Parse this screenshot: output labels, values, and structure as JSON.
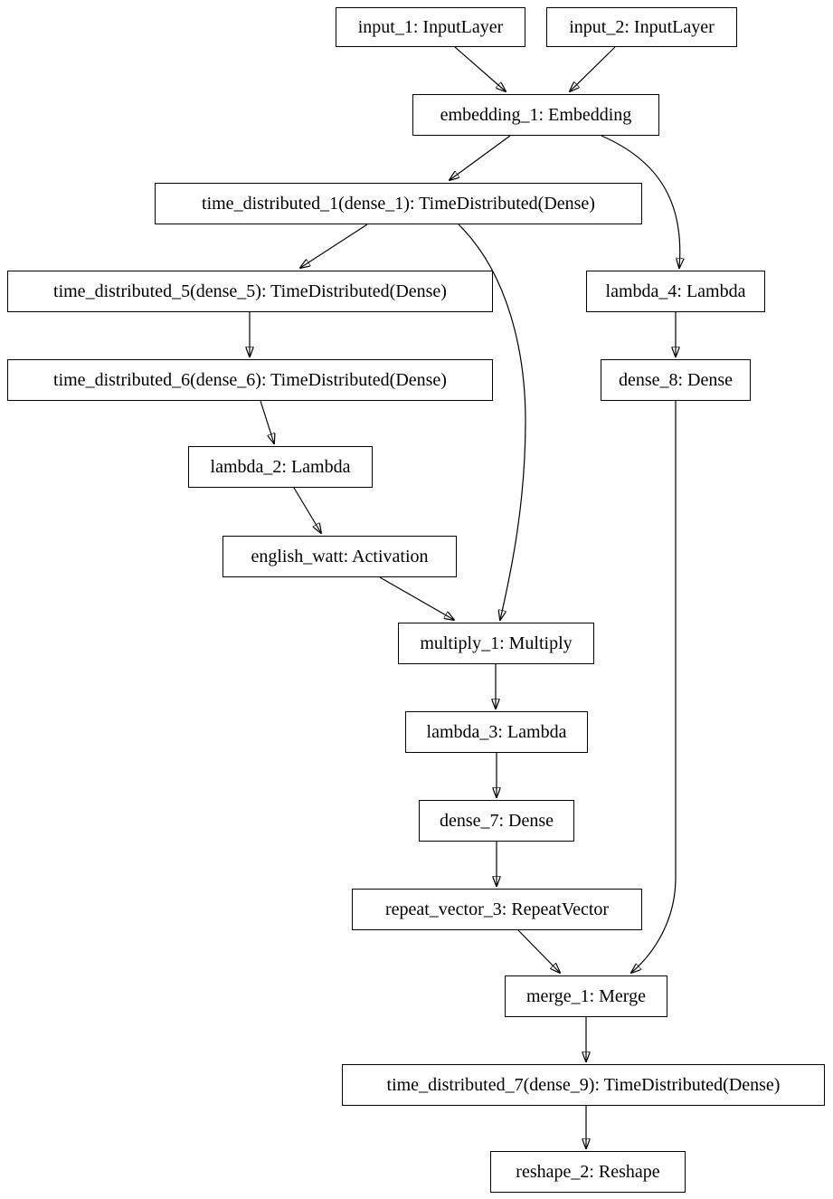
{
  "diagram": {
    "colors": {
      "background": "#ffffff",
      "node_fill": "#ffffff",
      "node_border": "#000000",
      "edge": "#000000",
      "text": "#000000"
    },
    "nodes": [
      {
        "id": "input_1",
        "label": "input_1: InputLayer"
      },
      {
        "id": "input_2",
        "label": "input_2: InputLayer"
      },
      {
        "id": "embedding_1",
        "label": "embedding_1: Embedding"
      },
      {
        "id": "time_distributed_1",
        "label": "time_distributed_1(dense_1): TimeDistributed(Dense)"
      },
      {
        "id": "time_distributed_5",
        "label": "time_distributed_5(dense_5): TimeDistributed(Dense)"
      },
      {
        "id": "lambda_4",
        "label": "lambda_4: Lambda"
      },
      {
        "id": "time_distributed_6",
        "label": "time_distributed_6(dense_6): TimeDistributed(Dense)"
      },
      {
        "id": "dense_8",
        "label": "dense_8: Dense"
      },
      {
        "id": "lambda_2",
        "label": "lambda_2: Lambda"
      },
      {
        "id": "english_watt",
        "label": "english_watt: Activation"
      },
      {
        "id": "multiply_1",
        "label": "multiply_1: Multiply"
      },
      {
        "id": "lambda_3",
        "label": "lambda_3: Lambda"
      },
      {
        "id": "dense_7",
        "label": "dense_7: Dense"
      },
      {
        "id": "repeat_vector_3",
        "label": "repeat_vector_3: RepeatVector"
      },
      {
        "id": "merge_1",
        "label": "merge_1: Merge"
      },
      {
        "id": "time_distributed_7",
        "label": "time_distributed_7(dense_9): TimeDistributed(Dense)"
      },
      {
        "id": "reshape_2",
        "label": "reshape_2: Reshape"
      }
    ],
    "edges": [
      {
        "from": "input_1",
        "to": "embedding_1"
      },
      {
        "from": "input_2",
        "to": "embedding_1"
      },
      {
        "from": "embedding_1",
        "to": "time_distributed_1"
      },
      {
        "from": "embedding_1",
        "to": "lambda_4"
      },
      {
        "from": "time_distributed_1",
        "to": "time_distributed_5"
      },
      {
        "from": "time_distributed_1",
        "to": "multiply_1"
      },
      {
        "from": "time_distributed_5",
        "to": "time_distributed_6"
      },
      {
        "from": "time_distributed_6",
        "to": "lambda_2"
      },
      {
        "from": "lambda_2",
        "to": "english_watt"
      },
      {
        "from": "english_watt",
        "to": "multiply_1"
      },
      {
        "from": "lambda_4",
        "to": "dense_8"
      },
      {
        "from": "dense_8",
        "to": "merge_1"
      },
      {
        "from": "multiply_1",
        "to": "lambda_3"
      },
      {
        "from": "lambda_3",
        "to": "dense_7"
      },
      {
        "from": "dense_7",
        "to": "repeat_vector_3"
      },
      {
        "from": "repeat_vector_3",
        "to": "merge_1"
      },
      {
        "from": "merge_1",
        "to": "time_distributed_7"
      },
      {
        "from": "time_distributed_7",
        "to": "reshape_2"
      }
    ]
  }
}
